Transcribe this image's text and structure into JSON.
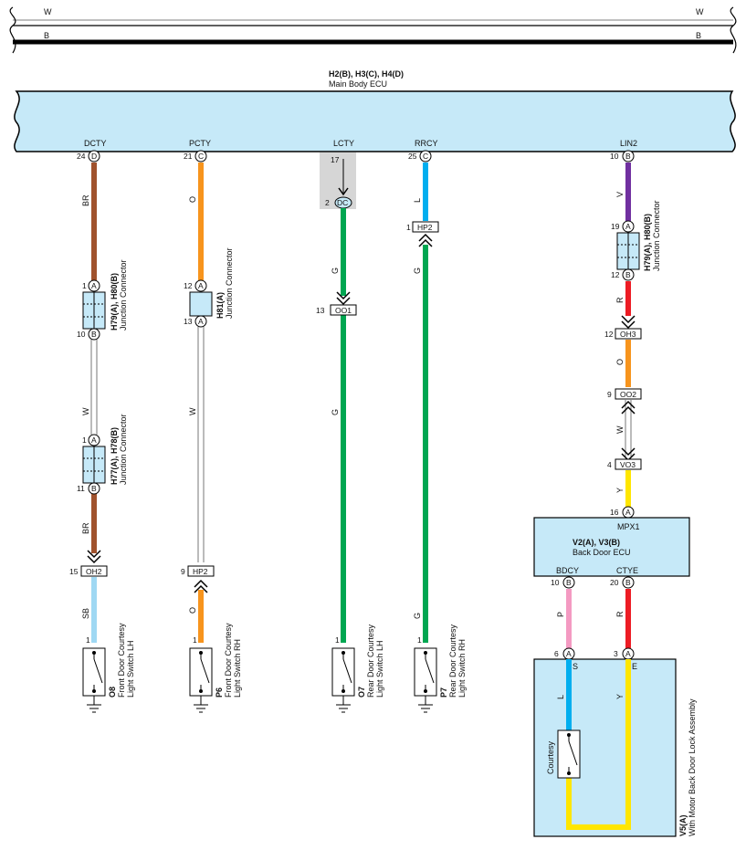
{
  "colors": {
    "ecu_fill": "#c6e9f8",
    "brown": "#a0522d",
    "orange": "#f7941d",
    "green": "#00a651",
    "blue": "#00aeef",
    "purple": "#7030a0",
    "red": "#ed1c24",
    "yellow": "#ffe600",
    "pink": "#f49ac2",
    "lightblue": "#9fd8f3",
    "white_wire": "#ffffff",
    "black_wire": "#000000",
    "shade": "#d6d6d6"
  },
  "bus": {
    "w_top": "W",
    "b_top": "B",
    "w_right": "W",
    "b_right": "B"
  },
  "main_ecu": {
    "codes": "H2(B), H3(C), H4(D)",
    "name": "Main Body ECU",
    "pins": [
      "DCTY",
      "PCTY",
      "LCTY",
      "RRCY",
      "LIN2"
    ]
  },
  "c1": {
    "pin_top_num": "24",
    "pin_top_letter": "D",
    "wire1": "BR",
    "jc_top_num": "1",
    "jc_top_letter": "A",
    "jc_bot_num": "10",
    "jc_bot_letter": "B",
    "jc_code": "H79(A), H80(B)",
    "jc_name": "Junction Connector",
    "wire2": "W",
    "jc2_top_num": "1",
    "jc2_top_letter": "A",
    "jc2_bot_num": "11",
    "jc2_bot_letter": "B",
    "jc2_code": "H77(A), H78(B)",
    "jc2_name": "Junction Connector",
    "wire3": "BR",
    "conn_num": "15",
    "conn": "OH2",
    "wire4": "SB",
    "sw_pin": "1",
    "sw_code": "O8",
    "sw_name1": "Front Door Courtesy",
    "sw_name2": "Light Switch LH"
  },
  "c2": {
    "pin_top_num": "21",
    "pin_top_letter": "C",
    "wire1": "O",
    "jc_top_num": "12",
    "jc_top_letter": "A",
    "jc_bot_num": "13",
    "jc_bot_letter": "A",
    "jc_code": "H81(A)",
    "jc_name": "Junction Connector",
    "wire2": "W",
    "conn_num": "9",
    "conn": "HP2",
    "wire3": "O",
    "sw_pin": "1",
    "sw_code": "P6",
    "sw_name1": "Front Door Courtesy",
    "sw_name2": "Light Switch RH"
  },
  "c3": {
    "pin_top_num": "17",
    "dc_num": "2",
    "dc_label": "DC",
    "wire1": "G",
    "conn_num": "13",
    "conn": "OO1",
    "wire2": "G",
    "sw_pin": "1",
    "sw_code": "O7",
    "sw_name1": "Rear Door Courtesy",
    "sw_name2": "Light Switch LH"
  },
  "c4": {
    "pin_top_num": "25",
    "pin_top_letter": "C",
    "wire1": "L",
    "conn_num": "1",
    "conn": "HP2",
    "wire2": "G",
    "wire3": "G",
    "sw_pin": "1",
    "sw_code": "P7",
    "sw_name1": "Rear Door Courtesy",
    "sw_name2": "Light Switch RH"
  },
  "c5": {
    "pin_top_num": "10",
    "pin_top_letter": "B",
    "wire1": "V",
    "jc_top_num": "19",
    "jc_top_letter": "A",
    "jc_bot_num": "12",
    "jc_bot_letter": "B",
    "jc_code": "H79(A), H80(B)",
    "jc_name": "Junction Connector",
    "wire2": "R",
    "conn1_num": "12",
    "conn1": "OH3",
    "wire3": "O",
    "conn2_num": "9",
    "conn2": "OO2",
    "wire4": "W",
    "conn3_num": "4",
    "conn3": "VO3",
    "wire5": "Y",
    "ecu_pin_num": "16",
    "ecu_pin_letter": "A",
    "ecu_pin_name": "MPX1"
  },
  "back_ecu": {
    "codes": "V2(A), V3(B)",
    "name": "Back Door ECU",
    "pin1_name": "BDCY",
    "pin1_num": "10",
    "pin1_letter": "B",
    "pin2_name": "CTYE",
    "pin2_num": "20",
    "pin2_letter": "B",
    "wire_p": "P",
    "wire_r": "R"
  },
  "lock_assy": {
    "pin1_num": "6",
    "pin1_letter": "A",
    "pin1_name": "S",
    "pin2_num": "3",
    "pin2_letter": "A",
    "pin2_name": "E",
    "wire_l": "L",
    "wire_y": "Y",
    "switch_label": "Courtesy",
    "code": "V5(A)",
    "name": "With Motor Back Door Lock Assembly"
  }
}
